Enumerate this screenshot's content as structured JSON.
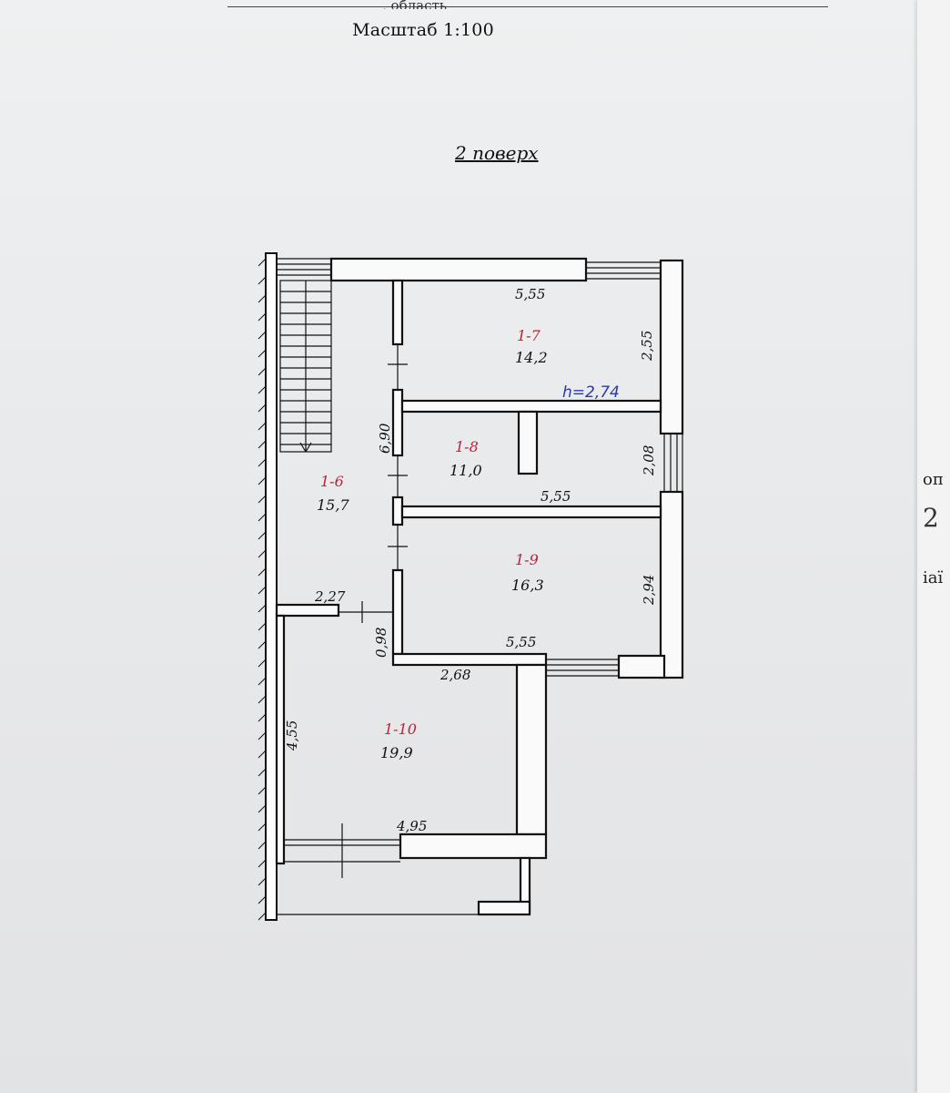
{
  "header": {
    "fragment": ", область"
  },
  "scale_label": "Масштаб 1:100",
  "floor_title": "2 поверх",
  "height_note": "h=2,74",
  "rooms": [
    {
      "number": "1-6",
      "area": "15,7"
    },
    {
      "number": "1-7",
      "area": "14,2"
    },
    {
      "number": "1-8",
      "area": "11,0"
    },
    {
      "number": "1-9",
      "area": "16,3"
    },
    {
      "number": "1-10",
      "area": "19,9"
    }
  ],
  "dimensions": {
    "room7_width": "5,55",
    "room7_depth": "2,55",
    "room8_width": "5,55",
    "room8_depth": "2,08",
    "room9_width": "5,55",
    "room9_depth": "2,94",
    "room6_length": "6,90",
    "room6_width": "2,27",
    "passage": "0,98",
    "room10_top": "2,68",
    "room10_depth": "4,55",
    "room10_bottom": "4,95"
  },
  "right_strip": {
    "text_1": "оп",
    "text_2": "2",
    "text_3": "іаї"
  }
}
